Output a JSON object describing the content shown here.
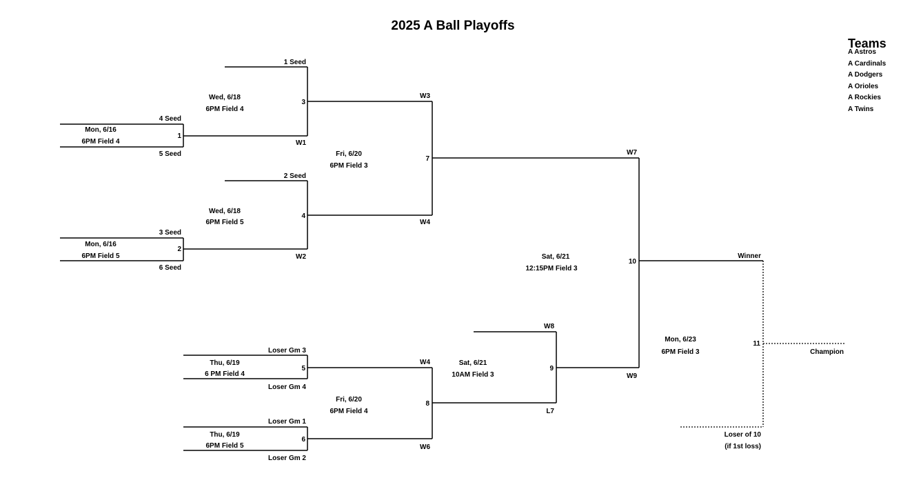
{
  "title": "2025 A Ball Playoffs",
  "teams": {
    "heading": "Teams",
    "list": [
      "A Astros",
      "A Cardinals",
      "A Dodgers",
      "A Orioles",
      "A Rockies",
      "A Twins"
    ]
  },
  "games": {
    "g1": {
      "number": "1",
      "day": "Mon, 6/16",
      "time_field": "6PM Field 4",
      "top": "4 Seed",
      "bottom": "5 Seed",
      "out": "W1"
    },
    "g2": {
      "number": "2",
      "day": "Mon, 6/16",
      "time_field": "6PM Field 5",
      "top": "3 Seed",
      "bottom": "6 Seed",
      "out": "W2"
    },
    "g3": {
      "number": "3",
      "day": "Wed, 6/18",
      "time_field": "6PM Field 4",
      "top": "1 Seed",
      "out": "W3"
    },
    "g4": {
      "number": "4",
      "day": "Wed, 6/18",
      "time_field": "6PM Field 5",
      "top": "2 Seed",
      "out": "W4"
    },
    "g5": {
      "number": "5",
      "day": "Thu, 6/19",
      "time_field": "6 PM Field 4",
      "top": "Loser Gm 3",
      "bottom": "Loser Gm 4",
      "out": "W4"
    },
    "g6": {
      "number": "6",
      "day": "Thu, 6/19",
      "time_field": "6PM Field 5",
      "top": "Loser Gm 1",
      "bottom": "Loser Gm 2",
      "out": "W6"
    },
    "g7": {
      "number": "7",
      "day": "Fri, 6/20",
      "time_field": "6PM Field 3",
      "out": "W7"
    },
    "g8": {
      "number": "8",
      "day": "Fri, 6/20",
      "time_field": "6PM Field 4",
      "out": "L7"
    },
    "g9": {
      "number": "9",
      "day": "Sat, 6/21",
      "time_field": "10AM Field 3",
      "top": "W8",
      "out": "W9"
    },
    "g10": {
      "number": "10",
      "day": "Sat, 6/21",
      "time_field": "12:15PM Field 3",
      "out": "Winner"
    },
    "g11": {
      "number": "11",
      "day": "Mon, 6/23",
      "time_field": "6PM Field 3",
      "out": "Champion",
      "bottom_line1": "Loser of 10",
      "bottom_line2": "(if 1st loss)"
    }
  }
}
